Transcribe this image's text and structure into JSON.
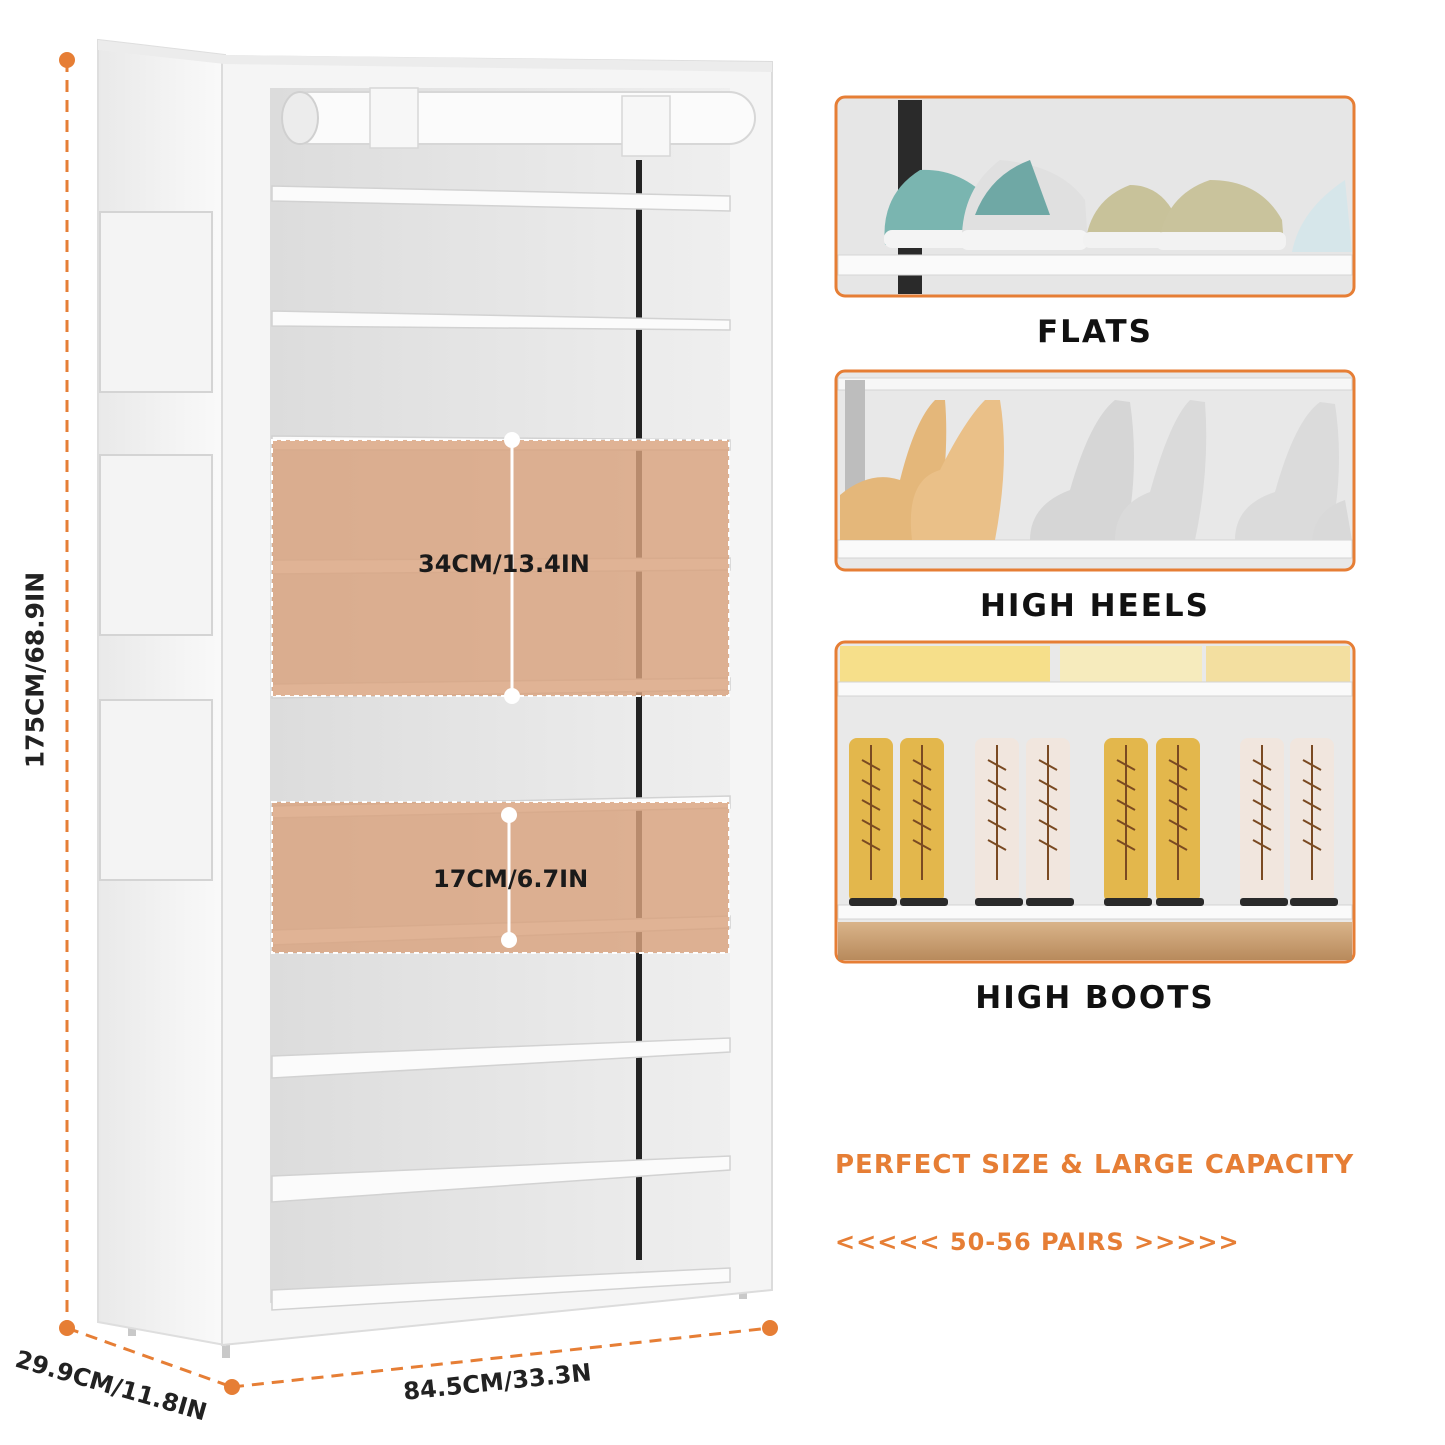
{
  "dimensions": {
    "height": "175CM/68.9IN",
    "depth": "29.9CM/11.8IN",
    "width": "84.5CM/33.3N",
    "tall_shelf_gap": "34CM/13.4IN",
    "short_shelf_gap": "17CM/6.7IN"
  },
  "panels": [
    {
      "label": "FLATS"
    },
    {
      "label": "HIGH HEELS"
    },
    {
      "label": "HIGH BOOTS"
    }
  ],
  "promo": {
    "headline": "PERFECT SIZE & LARGE CAPACITY",
    "capacity": "<<<<< 50-56 PAIRS >>>>>"
  },
  "colors": {
    "accent_orange": "#e67e35",
    "highlight_peach": "#d9a27e",
    "cabinet_white": "#f6f6f6"
  }
}
